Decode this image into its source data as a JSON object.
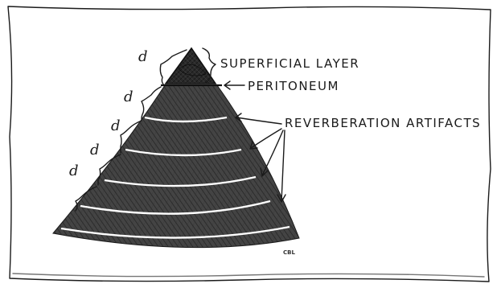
{
  "diagram": {
    "labels": {
      "superficial_layer": "SUPERFICIAL LAYER",
      "peritoneum": "PERITONEUM",
      "reverberation_artifacts": "REVERBERATION ARTIFACTS"
    },
    "spacing_label": "d",
    "signature": "CBL",
    "reverberation_line_count": 5,
    "spacing_marker_count": 5,
    "colors": {
      "ink": "#1b1b1b",
      "shading": "#3d3d3d",
      "paper": "#ffffff"
    }
  }
}
